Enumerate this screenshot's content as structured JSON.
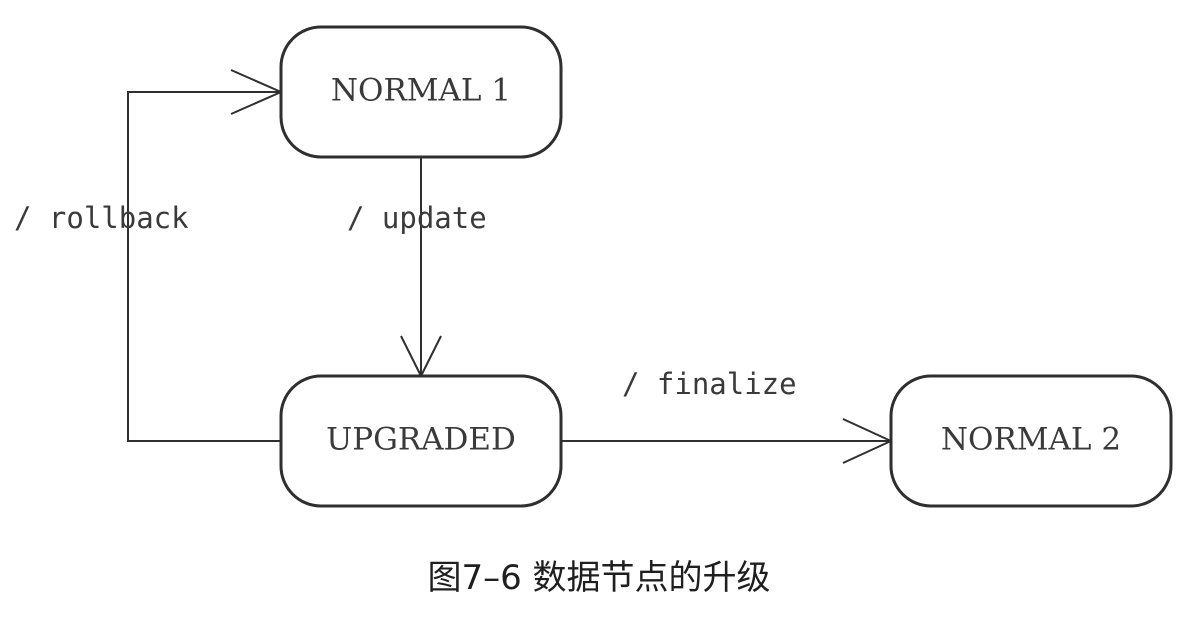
{
  "diagram": {
    "states": {
      "normal1": "NORMAL 1",
      "upgraded": "UPGRADED",
      "normal2": "NORMAL 2"
    },
    "transitions": {
      "update": "/ update",
      "rollback": "/ rollback",
      "finalize": "/ finalize"
    }
  },
  "caption": "图7–6 数据节点的升级"
}
